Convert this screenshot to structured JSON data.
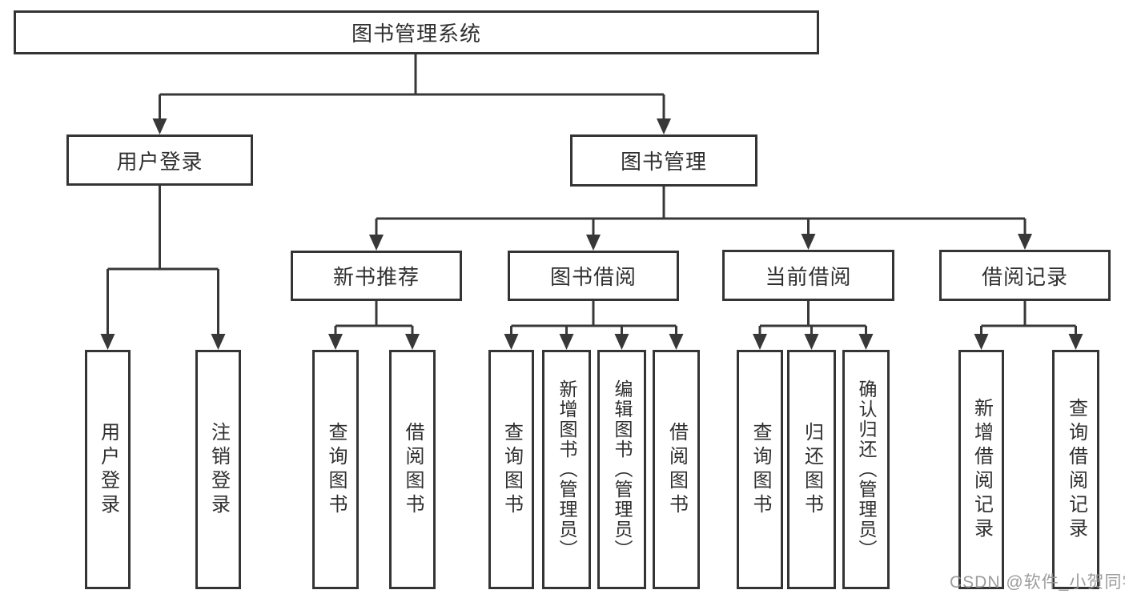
{
  "diagram": {
    "type": "org-tree",
    "tree": {
      "root": {
        "label": "图书管理系统"
      },
      "branches": [
        {
          "label": "用户登录"
        },
        {
          "label": "图书管理"
        }
      ],
      "sections": [
        {
          "label": "新书推荐",
          "parent": "图书管理"
        },
        {
          "label": "图书借阅",
          "parent": "图书管理"
        },
        {
          "label": "当前借阅",
          "parent": "图书管理"
        },
        {
          "label": "借阅记录",
          "parent": "图书管理"
        }
      ],
      "leaves": [
        {
          "label": "用户登录",
          "parent": "用户登录"
        },
        {
          "label": "注销登录",
          "parent": "用户登录"
        },
        {
          "label": "查询图书",
          "parent": "新书推荐"
        },
        {
          "label": "借阅图书",
          "parent": "新书推荐"
        },
        {
          "label": "查询图书",
          "parent": "图书借阅"
        },
        {
          "label": "新增图书（管理员）",
          "parent": "图书借阅"
        },
        {
          "label": "编辑图书（管理员）",
          "parent": "图书借阅"
        },
        {
          "label": "借阅图书",
          "parent": "图书借阅"
        },
        {
          "label": "查询图书",
          "parent": "当前借阅"
        },
        {
          "label": "归还图书",
          "parent": "当前借阅"
        },
        {
          "label": "确认归还（管理员）",
          "parent": "当前借阅"
        },
        {
          "label": "新增借阅记录",
          "parent": "借阅记录"
        },
        {
          "label": "查询借阅记录",
          "parent": "借阅记录"
        }
      ]
    },
    "colors": {
      "line": "#383838",
      "box_border": "#343434",
      "text": "#303030",
      "background": "#ffffff",
      "watermark": "#949494"
    }
  },
  "watermark": {
    "text": "CSDN @软件_小贺同学"
  }
}
